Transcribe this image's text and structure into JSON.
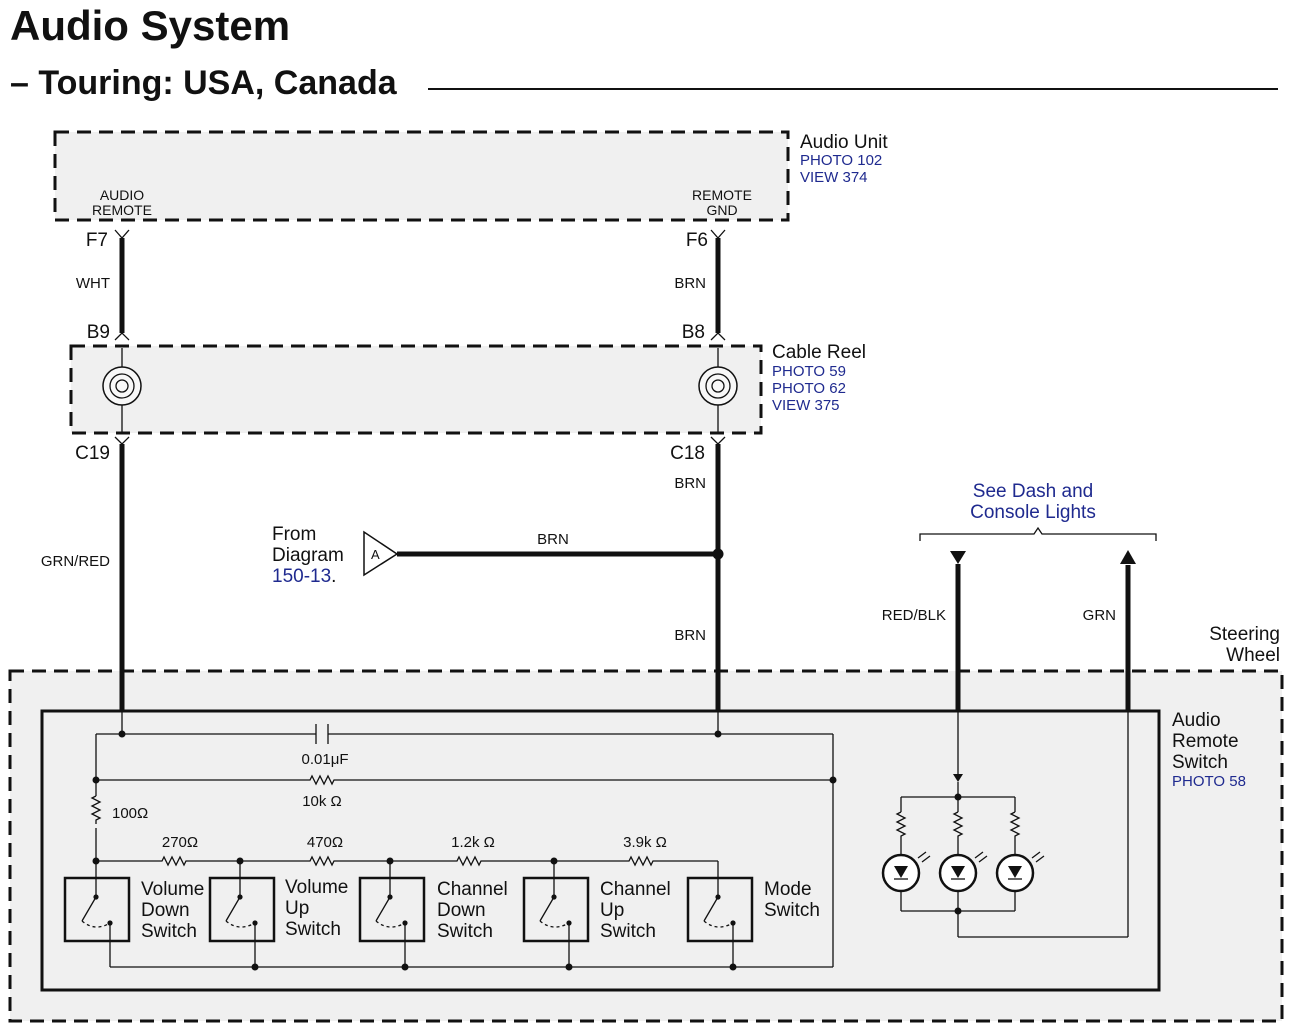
{
  "title": "Audio System",
  "subtitle": "– Touring: USA, Canada",
  "audio_unit": {
    "name": "Audio Unit",
    "refs": [
      "PHOTO 102",
      "VIEW 374"
    ],
    "pin_left": [
      "AUDIO",
      "REMOTE"
    ],
    "pin_right": [
      "REMOTE",
      "GND"
    ]
  },
  "cable_reel": {
    "name": "Cable Reel",
    "refs": [
      "PHOTO 59",
      "PHOTO 62",
      "VIEW 375"
    ]
  },
  "connectors": {
    "f7": "F7",
    "f6": "F6",
    "b9": "B9",
    "b8": "B8",
    "c19": "C19",
    "c18": "C18"
  },
  "wires": {
    "wht": "WHT",
    "brn_upper": "BRN",
    "brn_mid": "BRN",
    "brn_horizontal": "BRN",
    "brn_lower": "BRN",
    "grn_red": "GRN/RED",
    "red_blk": "RED/BLK",
    "grn": "GRN"
  },
  "from_diagram": {
    "from": "From",
    "diagram": "Diagram",
    "ref": "150-13",
    "suffix": ".",
    "flag": "A"
  },
  "see_lights": [
    "See Dash and",
    "Console Lights"
  ],
  "steering_wheel": [
    "Steering",
    "Wheel"
  ],
  "audio_remote_switch": {
    "name": [
      "Audio",
      "Remote",
      "Switch"
    ],
    "ref": "PHOTO 58"
  },
  "components": {
    "capacitor": "0.01μF",
    "r_10k": "10k Ω",
    "r_100": "100Ω",
    "r_270": "270Ω",
    "r_470": "470Ω",
    "r_1_2k": "1.2k Ω",
    "r_3_9k": "3.9k Ω"
  },
  "switches": {
    "volume_down": [
      "Volume",
      "Down",
      "Switch"
    ],
    "volume_up": [
      "Volume",
      "Up",
      "Switch"
    ],
    "channel_down": [
      "Channel",
      "Down",
      "Switch"
    ],
    "channel_up": [
      "Channel",
      "Up",
      "Switch"
    ],
    "mode": [
      "Mode",
      "Switch"
    ]
  },
  "colors": {
    "ink": "#111111",
    "reference_blue": "#1f2a8f",
    "panel": "#f0f0f0"
  }
}
